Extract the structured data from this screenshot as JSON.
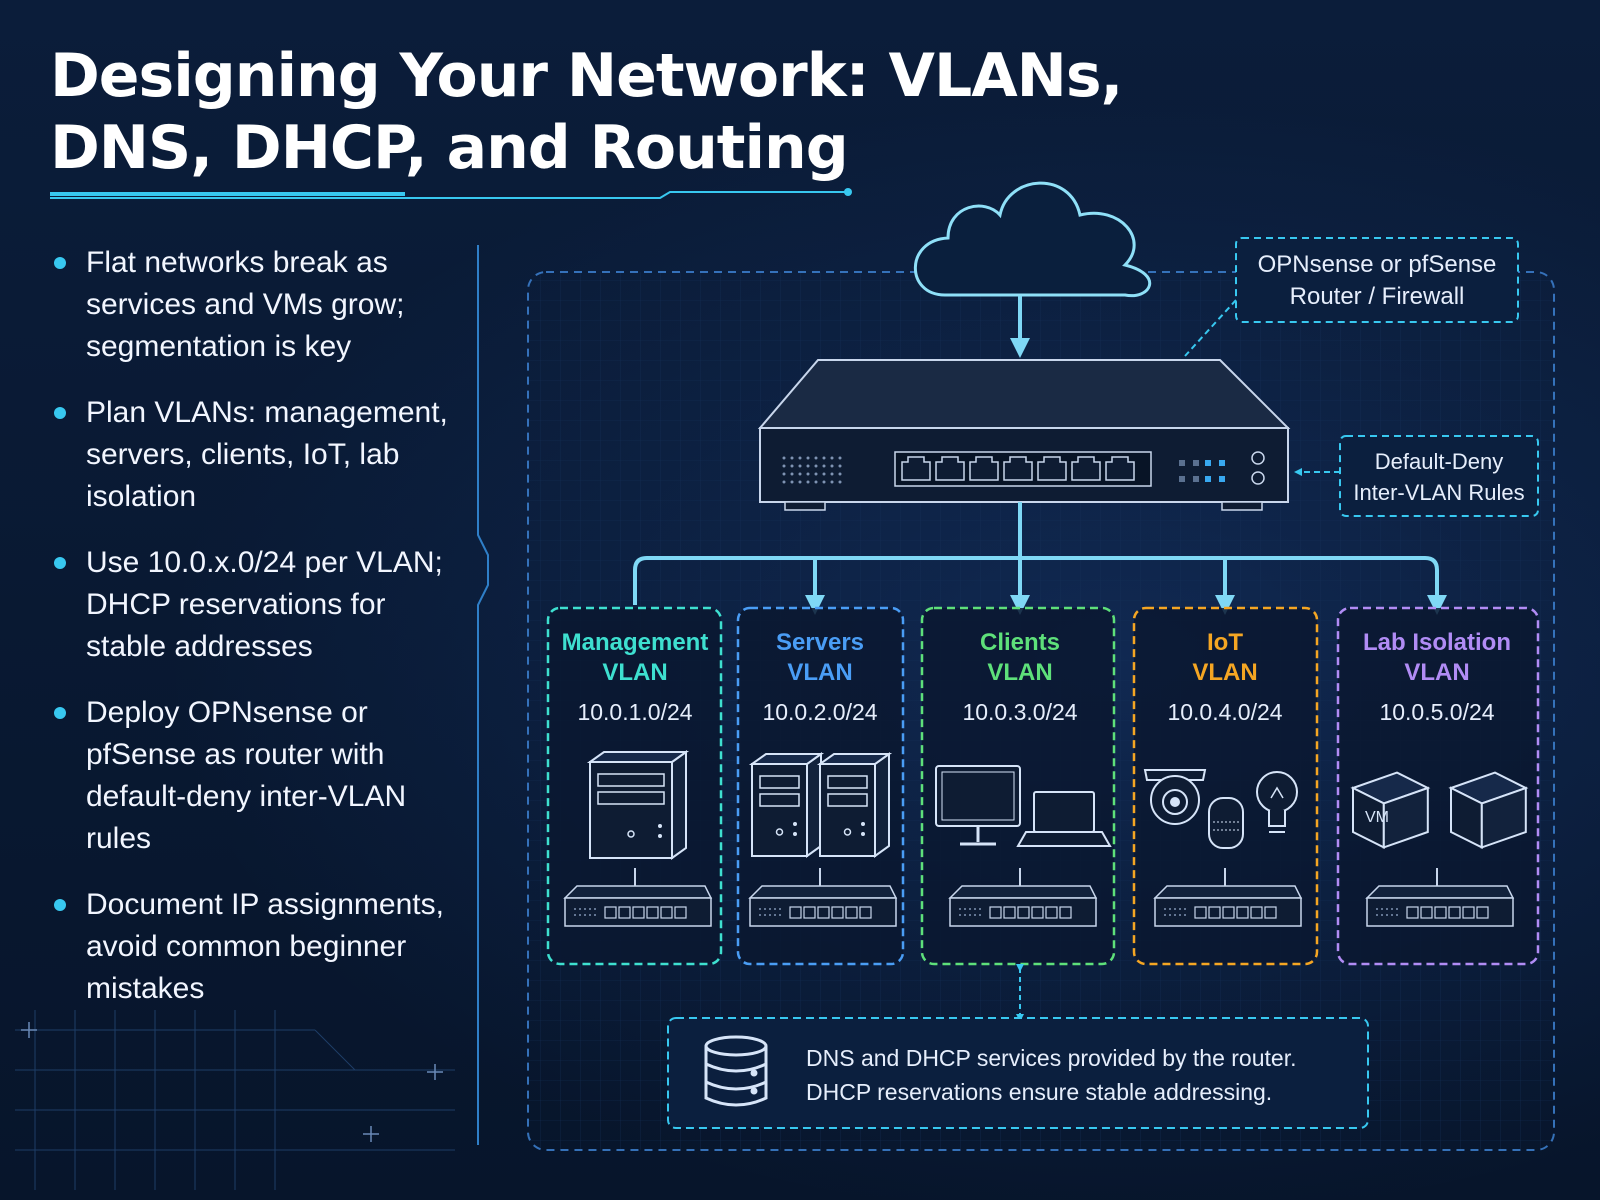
{
  "title": "Designing Your Network: VLANs, DNS, DHCP, and Routing",
  "bullets": [
    "Flat networks break as services and VMs grow; segmentation is key",
    "Plan VLANs: management, servers, clients, IoT, lab isolation",
    "Use 10.0.x.0/24 per VLAN; DHCP reservations for stable addresses",
    "Deploy OPNsense or pfSense as router with default-deny inter-VLAN rules",
    "Document IP assignments, avoid common beginner mistakes"
  ],
  "router_callout": {
    "line1": "OPNsense or pfSense",
    "line2": "Router / Firewall"
  },
  "rules_callout": {
    "line1": "Default-Deny",
    "line2": "Inter-VLAN Rules"
  },
  "vlans": [
    {
      "name": "Management",
      "suffix": "VLAN",
      "subnet": "10.0.1.0/24",
      "color": "#3ee0d0",
      "icon": "server-tower-icon"
    },
    {
      "name": "Servers",
      "suffix": "VLAN",
      "subnet": "10.0.2.0/24",
      "color": "#4a9df5",
      "icon": "server-pair-icon"
    },
    {
      "name": "Clients",
      "suffix": "VLAN",
      "subnet": "10.0.3.0/24",
      "color": "#5ee07a",
      "icon": "computer-icon"
    },
    {
      "name": "IoT",
      "suffix": "VLAN",
      "subnet": "10.0.4.0/24",
      "color": "#f5a623",
      "icon": "iot-devices-icon"
    },
    {
      "name": "Lab Isolation",
      "suffix": "VLAN",
      "subnet": "10.0.5.0/24",
      "color": "#b18cf5",
      "icon": "vm-cubes-icon"
    }
  ],
  "vm_label": "VM",
  "services_box": {
    "line1": "DNS and DHCP services provided by the router.",
    "line2": "DHCP reservations ensure stable addressing."
  },
  "colors": {
    "accent": "#38c8f0",
    "background": "#0a1a33",
    "frame": "#3a7bc8"
  }
}
